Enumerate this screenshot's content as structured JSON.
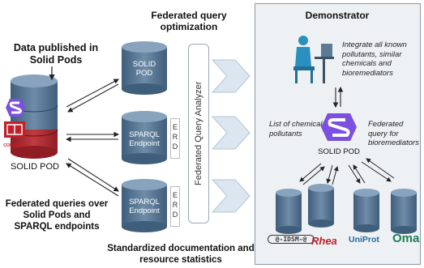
{
  "left": {
    "published_title": "Data published in Solid Pods",
    "solid_pod_label": "SOLID POD",
    "comunica_label": "COMUNICA",
    "federated_title": "Federated queries over Solid Pods and SPARQL endpoints"
  },
  "middle": {
    "optimization_title": "Federated query optimization",
    "solid_pod_label": "SOLID POD",
    "sparql_label_1": "SPARQL Endpoint",
    "sparql_label_2": "SPARQL Endpoint",
    "erd_1": "ERD",
    "erd_2": "ERD",
    "analyzer_label": "Federated Query Analyzer",
    "documentation_title": "Standardized documentation and resource statistics"
  },
  "demo": {
    "title": "Demonstrator",
    "integrate_text": "Integrate all known pollutants, similar chemicals and bioremediators",
    "list_text": "List of chemical pollutants",
    "federated_text": "Federated query for bioremediators",
    "solid_pod_label": "SOLID POD",
    "logos": [
      "@-IDSM-@",
      "Rhea",
      "UniProt",
      "Oma"
    ]
  },
  "colors": {
    "solid_purple": "#7b4fe0",
    "pod_blue": "#4e6e8e",
    "pod_red": "#a6252d",
    "arrow_fill": "#dbe6f0",
    "panel_bg": "#eef1f4"
  }
}
